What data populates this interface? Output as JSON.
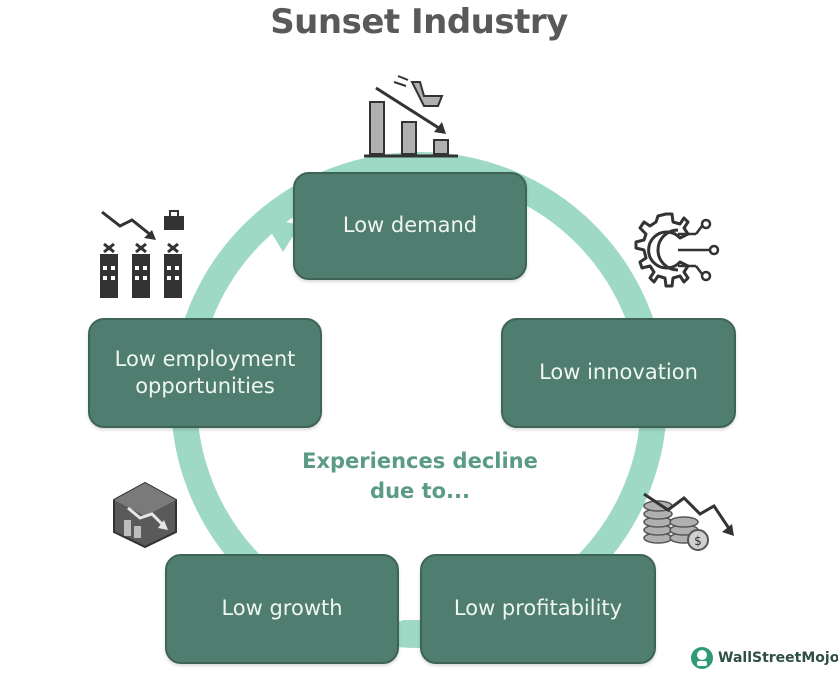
{
  "title": "Sunset Industry",
  "center_text": [
    "Experiences decline",
    "due to..."
  ],
  "nodes": {
    "demand": "Low demand",
    "innovation": "Low innovation",
    "profitability": "Low profitability",
    "growth": "Low growth",
    "employment": [
      "Low employment",
      "opportunities"
    ]
  },
  "brand": "WallStreetMojo",
  "colors": {
    "box": "#4f7d6f",
    "ring": "#9dd9c5",
    "title": "#595959",
    "center_text": "#5b9a87"
  },
  "icons": {
    "demand": "declining-bar-chart-cart-icon",
    "innovation": "gear-circuit-icon",
    "profitability": "coins-declining-arrow-icon",
    "growth": "cube-decline-icon",
    "employment": "buildings-declining-arrow-icon"
  }
}
